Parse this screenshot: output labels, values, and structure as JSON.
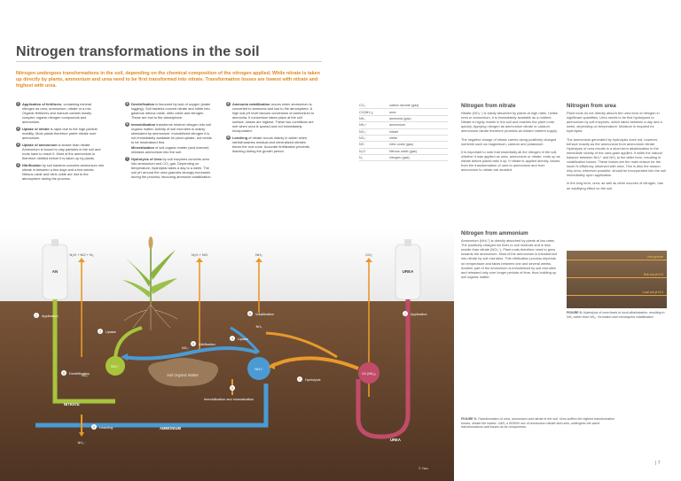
{
  "title": "Nitrogen transformations in the soil",
  "lead": "Nitrogen undergoes transformations in the soil, depending on the chemical composition of the nitrogen applied. While nitrate is taken up directly by plants, ammonium and urea need to be first transformed into nitrate. Transformation losses are lowest with nitrate and highest with urea.",
  "steps_col1": [
    {
      "n": "1",
      "head": "Application of fertilizers",
      "text": ", containing mineral nitrogen as urea, ammonium, nitrate or a mix. Organic fertilizers and manure contain mostly complex organic nitrogen compounds and ammonium."
    },
    {
      "n": "2",
      "head": "Uptake of nitrate",
      "text": " is rapid due to the high particle mobility. Most plants therefore prefer nitrate over ammonium."
    },
    {
      "n": "3",
      "head": "Uptake of ammonium",
      "text": " is slower than nitrate. Ammonium is bound to clay particles in the soil and roots have to reach it. Most of the ammonium is therefore nitrified before it is taken up by plants."
    },
    {
      "n": "4",
      "head": "Nitrification",
      "text": " by soil bacteria converts ammonium into nitrate in between a few days and a few weeks. Nitrous oxide and nitric oxide are lost to the atmosphere during the process."
    }
  ],
  "steps_col2": [
    {
      "n": "5",
      "head": "Denitrification",
      "text": " is favoured by lack of oxygen (water logging). Soil bacteria convert nitrate and nitrite into gaseous nitrous oxide, nitric oxide and nitrogen. These are lost to the atmosphere."
    },
    {
      "n": "6",
      "head": "Immobilization",
      "text": " transforms mineral nitrogen into soil organic matter. Activity of soil microbes is mainly stimulated by ammonium. Immobilized nitrogen it is not immediately available for plant uptake, but needs to be mineralized first."
    },
    {
      "n": "",
      "head": "Mineralization",
      "text": " of soil organic matter (and manure) releases ammonium into the soil."
    },
    {
      "n": "7",
      "head": "Hydrolysis of Urea",
      "text": " by soil enzymes converts urea into ammonium and CO₂ gas. Depending on temperature, hydrolysis takes a day to a week. The soil pH around the urea granules strongly increases during the process, favouring ammonia volatilization."
    }
  ],
  "steps_col3": [
    {
      "n": "8",
      "head": "Ammonia volatilization",
      "text": " occurs when ammonium is converted to ammonia and lost to the atmosphere. A high soil pH level favours conversion of ammonium to ammonia. If conversion takes place at the soil surface, losses are highest. These two conditions are met when urea is spread and not immediately incorporated."
    },
    {
      "n": "9",
      "head": "Leaching",
      "text": " of nitrate occurs mainly in winter when rainfall washes residual and mineralized nitrates below the root zone. Accurate fertilization prevents leaching during the growth period."
    }
  ],
  "legend": [
    {
      "sym": "CO₂",
      "name": "carbon dioxide (gas)"
    },
    {
      "sym": "CO(NH₂)₂",
      "name": "urea"
    },
    {
      "sym": "NH₃",
      "name": "ammonia (gas)"
    },
    {
      "sym": "NH₄⁺",
      "name": "ammonium"
    },
    {
      "sym": "NO₃⁻",
      "name": "nitrate"
    },
    {
      "sym": "NO₂⁻",
      "name": "nitrite"
    },
    {
      "sym": "NO",
      "name": "nitric oxide (gas)"
    },
    {
      "sym": "N₂O",
      "name": "Nitrous oxide (gas)"
    },
    {
      "sym": "N₂",
      "name": "nitrogen (gas)"
    }
  ],
  "nitrate_section": {
    "heading": "Nitrogen from nitrate",
    "p1": "Nitrate (NO₃⁻) is easily absorbed by plants at high rates. Unlike urea or ammonium, it is immediately available as a nutrient. Nitrate is highly mobile in the soil and reaches the plant roots quickly. Applying nitrogen as ammonium nitrate or calcium ammonium nitrate therefore provides an instant nutrient supply.",
    "p2": "The negative charge of nitrate carries along positively charged nutrients such as magnesium, calcium and potassium.",
    "p3": "It is important to note that essentially all the nitrogen in the soil, whether it was applied as urea, ammonium or nitrate, ends up as nitrate before plants take it up. If nitrate is applied directly, losses from the transformation of urea to ammonium and from ammonium to nitrate are avoided."
  },
  "ammonium_section": {
    "heading": "Nitrogen from ammonium",
    "p1": "Ammonium (NH₄⁺) is directly absorbed by plants at low rates. The positively charged ion fixes to soil minerals and is less mobile than nitrate (NO₃⁻). Plant roots therefore need to grow towards the ammonium. Most of the ammonium is transformed into nitrate by soil microbes. This nitrification process depends on temperature and takes between one and several weeks. Another part of the ammonium is immobilized by soil microbes and released only over longer periods of time, thus building up soil organic matter."
  },
  "urea_section": {
    "heading": "Nitrogen from urea",
    "p1": "Plant roots do not directly absorb the urea form of nitrogen in significant quantities. Urea needs to be first hydrolyzed to ammonium by soil enzymes, which takes between a day and a week, depending on temperature. Moisture is required for hydrolysis.",
    "p2": "The ammonium generated by hydrolysis does not, however, behave exactly as the ammonium from ammonium nitrate. Hydrolysis of urea results in a short-term alkalinization in the immediate vicinity of the urea grain applied. It shifts the natural balance between NH₄⁺ and NH₃ to the latter form, resulting in volatilization losses. These losses are the main reason for the lower N-efficiency observed with urea. This is also the reason why urea, wherever possible, should be incorporated into the soil immediately upon application.",
    "p3": "In the long term, urea, as well as other sources of nitrogen, has an acidifying effect on the soil."
  },
  "photo": {
    "labels": [
      "Urea granule",
      "Bulk soil pH 6.5",
      "Local soil pH 8.5"
    ],
    "caption_head": "FIGURE 6:",
    "caption": " Hydrolysis of urea leads to local alkalinization, resulting in NH₃ rather than NH₄⁺ formation and consequent volatilization."
  },
  "figure_caption": {
    "head": "FIGURE 5:",
    "text": " Transformation of urea, ammonium and nitrate in the soil. Urea suffers the highest transformation losses, nitrate the lowest. UAN, a 50/50% mix of ammonium nitrate and urea, undergoes the same transformations and losses as its components."
  },
  "diagram": {
    "gas_left": "N₂O + NO + N₂",
    "gas_mid": "N₂O + NO",
    "gas_nh3": "NH₃",
    "gas_co2": "CO₂",
    "tank_an": "AN",
    "tank_urea": "UREA",
    "application": "Application",
    "uptake": "Uptake",
    "nitrification": "Nitrification",
    "volatilization": "Volatilization",
    "denitrification": "Denitrification",
    "hydrolysis": "Hydrolysis",
    "immobilization": "Immobilization and mineralization",
    "leaching": "Leaching",
    "som": "Soil Organic Matter",
    "no3": "NO₃⁻",
    "no2": "NO₂⁻",
    "nh4": "NH₄⁺",
    "urea_formula": "CO (NH₂)₂",
    "nh3_small": "NH₃",
    "nitrate_label": "NITRATE",
    "ammonium_label": "AMMONIUM",
    "urea_label": "UREA",
    "no3_leach": "NO₃⁻",
    "no2_small": "NO₂⁻",
    "no3_mid": "NO₃⁻"
  },
  "colors": {
    "nitrate": "#a8c43c",
    "ammonium": "#4a9bd4",
    "urea": "#c14c6a",
    "orange": "#e89a2a",
    "soil": "#6a4a30",
    "sky": "#f2f2f2"
  },
  "page_number": "| 7",
  "credit": "© Yara"
}
